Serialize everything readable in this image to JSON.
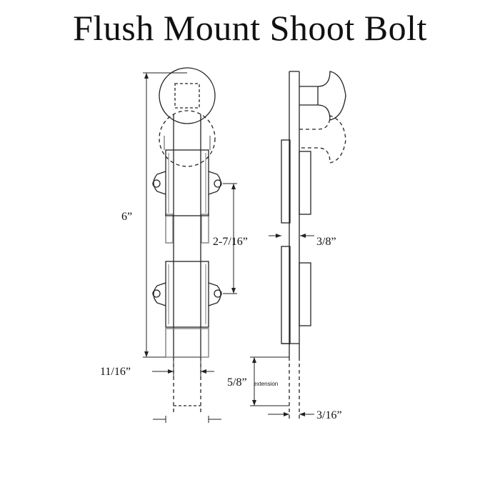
{
  "title": "Flush Mount Shoot Bolt",
  "dimensions": {
    "length": "6”",
    "hole_spacing": "2-7/16”",
    "thickness": "3/8”",
    "bolt_width": "11/16”",
    "extension": "5/8”",
    "extension_note": "extension",
    "bolt_depth": "3/16”"
  }
}
